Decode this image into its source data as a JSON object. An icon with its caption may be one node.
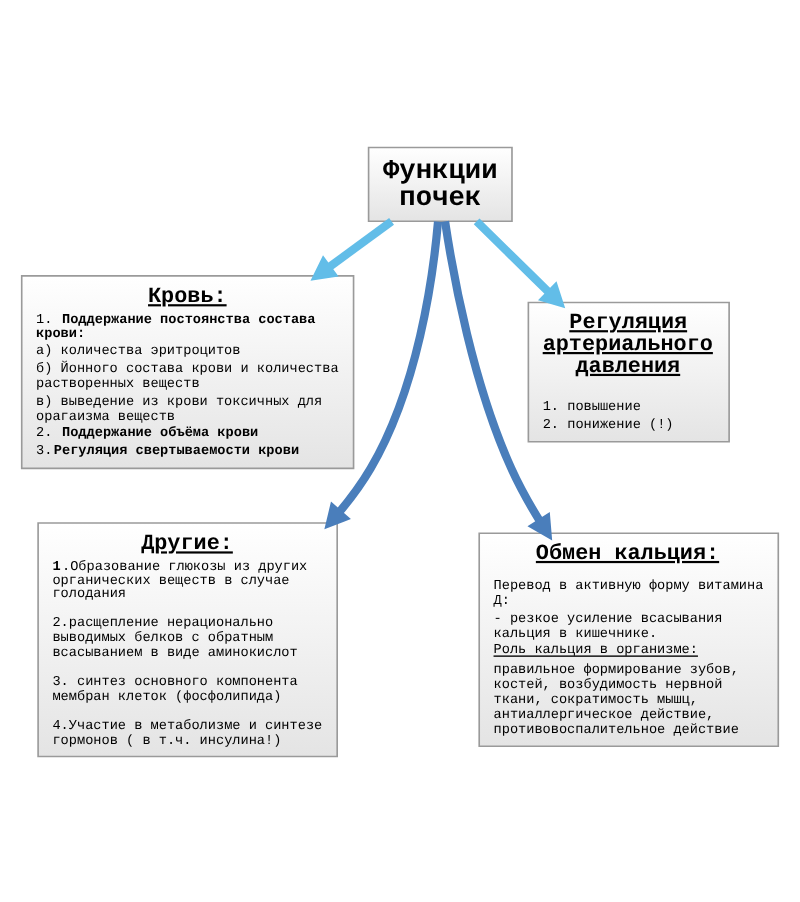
{
  "diagram": {
    "nodes": [
      {
        "text": [
          "Функции почек"
        ]
      },
      {
        "text": [
          "Кровь:",
          "1. **Поддержание постоянства состава крови:**",
          "а) количества эритроцитов",
          "б) Йонного состава крови и количества растворенных веществ",
          "в) выведение из крови токсичных для орагаизма веществ",
          "2. **Поддержание объёма крови**",
          "3.**Регуляция свертываемости крови**"
        ]
      },
      {
        "text": [
          "Регуляция артериального давления",
          "1. повышение",
          "2. понижение (!)"
        ]
      },
      {
        "text": [
          "Другие:",
          "**1**.Образование глюкозы из других органических веществ в случае голодания",
          "2.расщепление нерационально выводимых белков с обратным всасыванием в виде аминокислот",
          "3. синтез основного компонента мембран клеток (фосфолипида)",
          "4.Участие в метаболизме и синтезе гормонов ( в т.ч. инсулина!)"
        ]
      },
      {
        "text": [
          "Обмен кальция:",
          "Перевод в активную форму витамина Д:",
          "- резкое усиление всасывания кальция в кишечнике.",
          "Роль кальция в организме:",
          "правильное формирование зубов, костей, возбудимость нервной ткани, сократимость мышц, антиаллергическое действие, противовоспалительное действие"
        ]
      }
    ],
    "edges": [
      {
        "from": 0,
        "to": 1,
        "arrow": "to",
        "color": "#62bde8"
      },
      {
        "from": 0,
        "to": 2,
        "arrow": "to",
        "color": "#62bde8"
      },
      {
        "from": 0,
        "to": 3,
        "arrow": "to",
        "color": "#4a7ebb"
      },
      {
        "from": 0,
        "to": 4,
        "arrow": "to",
        "color": "#4a7ebb"
      }
    ]
  }
}
